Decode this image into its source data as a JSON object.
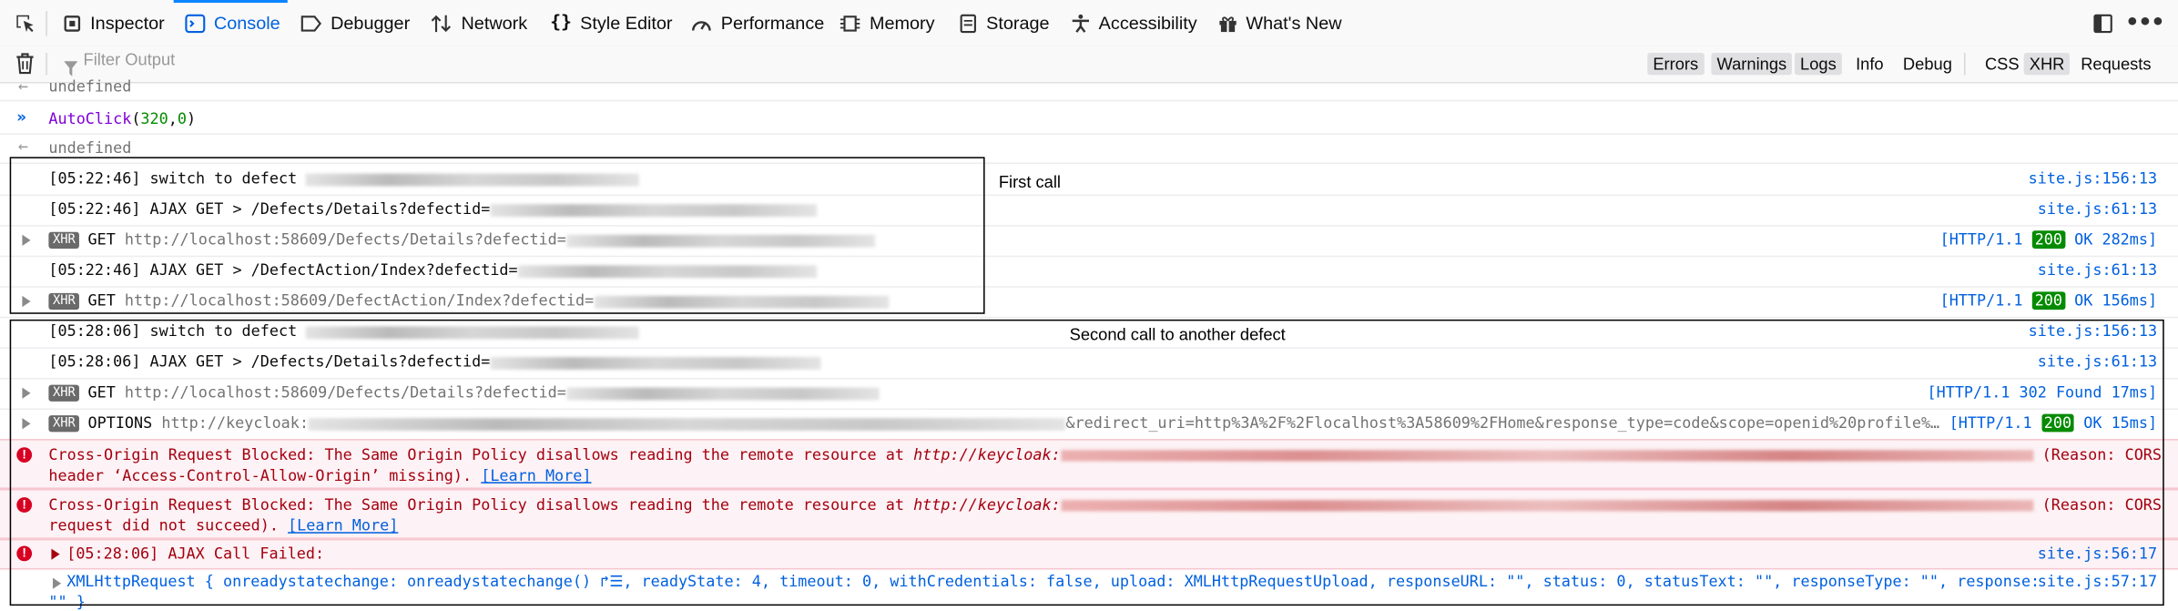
{
  "toolbar": {
    "tabs": [
      {
        "id": "inspector",
        "label": "Inspector"
      },
      {
        "id": "console",
        "label": "Console"
      },
      {
        "id": "debugger",
        "label": "Debugger"
      },
      {
        "id": "network",
        "label": "Network"
      },
      {
        "id": "style",
        "label": "Style Editor"
      },
      {
        "id": "performance",
        "label": "Performance"
      },
      {
        "id": "memory",
        "label": "Memory"
      },
      {
        "id": "storage",
        "label": "Storage"
      },
      {
        "id": "accessibility",
        "label": "Accessibility"
      },
      {
        "id": "whatsnew",
        "label": "What's New"
      }
    ],
    "active_tab": "console"
  },
  "filter": {
    "placeholder": "Filter Output",
    "buttons": [
      {
        "label": "Errors",
        "on": true
      },
      {
        "label": "Warnings",
        "on": true
      },
      {
        "label": "Logs",
        "on": true
      },
      {
        "label": "Info",
        "on": false
      },
      {
        "label": "Debug",
        "on": false
      },
      {
        "label": "CSS",
        "on": false
      },
      {
        "label": "XHR",
        "on": true
      },
      {
        "label": "Requests",
        "on": false
      }
    ]
  },
  "console": {
    "r0": {
      "text": "undefined"
    },
    "r1": {
      "fn": "AutoClick",
      "args_open": "(",
      "a1": "320",
      "comma": ",",
      "a2": "0",
      "args_close": ")"
    },
    "r2": {
      "text": "undefined"
    },
    "r3": {
      "text": "[05:22:46] switch to defect",
      "loc": "site.js:156:13"
    },
    "r4": {
      "text": "[05:22:46] AJAX GET > /Defects/Details?defectid=",
      "loc": "site.js:61:13"
    },
    "r5": {
      "badge": "XHR",
      "method": "GET",
      "url": "http://localhost:58609/Defects/Details?defectid=",
      "proto": "[HTTP/1.1",
      "code": "200",
      "status": "OK 282ms]"
    },
    "r6": {
      "text": "[05:22:46] AJAX GET > /DefectAction/Index?defectid=",
      "loc": "site.js:61:13"
    },
    "r7": {
      "badge": "XHR",
      "method": "GET",
      "url": "http://localhost:58609/DefectAction/Index?defectid=",
      "proto": "[HTTP/1.1",
      "code": "200",
      "status": "OK 156ms]"
    },
    "r8": {
      "text": "[05:28:06] switch to defect",
      "loc": "site.js:156:13"
    },
    "r9": {
      "text": "[05:28:06] AJAX GET > /Defects/Details?defectid=",
      "loc": "site.js:61:13"
    },
    "r10": {
      "badge": "XHR",
      "method": "GET",
      "url": "http://localhost:58609/Defects/Details?defectid=",
      "status": "[HTTP/1.1 302 Found 17ms]"
    },
    "r11": {
      "badge": "XHR",
      "method": "OPTIONS",
      "url": "http://keycloak:",
      "url_tail": "&redirect_uri=http%3A%2F%2Flocalhost%3A58609%2FHome&response_type=code&scope=openid%20profile%…",
      "proto": "[HTTP/1.1",
      "code": "200",
      "status": "OK 15ms]"
    },
    "e1": {
      "l1a": "Cross-Origin Request Blocked: The Same Origin Policy disallows reading the remote resource at ",
      "l1b": "http://keycloak:",
      "l1c": " (Reason: CORS",
      "l2": "header ‘Access-Control-Allow-Origin’ missing). ",
      "link": "[Learn More]"
    },
    "e2": {
      "l1a": "Cross-Origin Request Blocked: The Same Origin Policy disallows reading the remote resource at ",
      "l1b": "http://keycloak:",
      "l1c": " (Reason: CORS",
      "l2": "request did not succeed). ",
      "link": "[Learn More]"
    },
    "e3": {
      "text": "[05:28:06] AJAX Call Failed:",
      "loc": "site.js:56:17"
    },
    "r12": {
      "text": "XMLHttpRequest { onreadystatechange: onreadystatechange() ↱☰, readyState: 4, timeout: 0, withCredentials: false, upload: XMLHttpRequestUpload, responseURL: \"\", status: 0, statusText: \"\", responseType: \"\", response:",
      "loc": "site.js:57:17",
      "cont": "\"\" }"
    }
  },
  "annotations": {
    "first": "First call",
    "second": "Second call to another defect"
  }
}
